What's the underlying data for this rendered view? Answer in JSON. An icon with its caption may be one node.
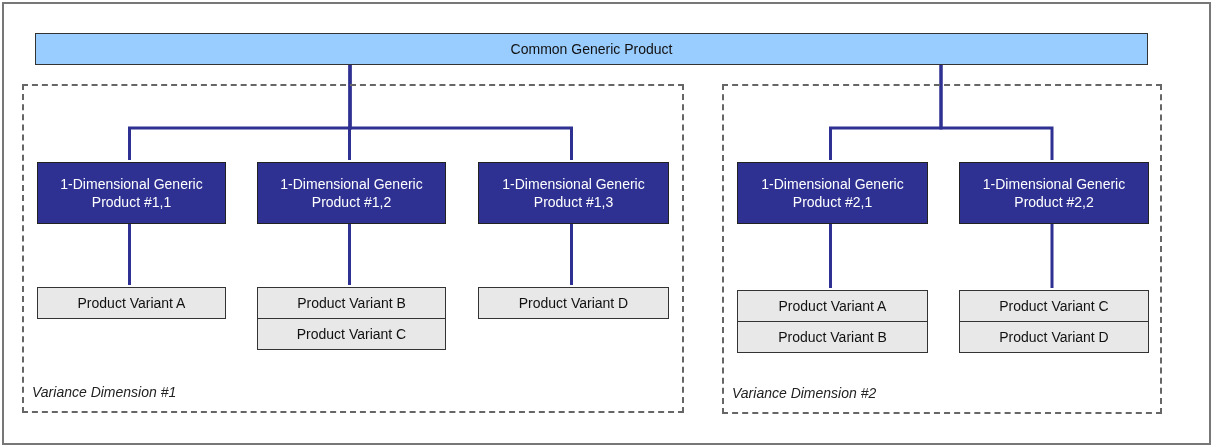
{
  "diagram": {
    "nodes": [
      {
        "text": [
          "Common Generic Product"
        ]
      },
      {
        "text": [
          "Variance Dimension #1"
        ]
      },
      {
        "text": [
          "Variance Dimension #2"
        ]
      },
      {
        "text": [
          "1-Dimensional Generic Product #1,1"
        ],
        "in": 1
      },
      {
        "text": [
          "1-Dimensional Generic Product #1,2"
        ],
        "in": 1
      },
      {
        "text": [
          "1-Dimensional Generic Product #1,3"
        ],
        "in": 1
      },
      {
        "text": [
          "1-Dimensional Generic Product #2,1"
        ],
        "in": 2
      },
      {
        "text": [
          "1-Dimensional Generic Product #2,2"
        ],
        "in": 2
      },
      {
        "text": [
          "Product Variant A"
        ],
        "in": 1
      },
      {
        "text": [
          "Product Variant B"
        ],
        "in": 1
      },
      {
        "text": [
          "Product Variant C"
        ],
        "in": 1
      },
      {
        "text": [
          "Product Variant D"
        ],
        "in": 1
      },
      {
        "text": [
          "Product Variant A"
        ],
        "in": 2
      },
      {
        "text": [
          "Product Variant B"
        ],
        "in": 2
      },
      {
        "text": [
          "Product Variant C"
        ],
        "in": 2
      },
      {
        "text": [
          "Product Variant D"
        ],
        "in": 2
      }
    ],
    "edges": [
      {
        "from": 0,
        "to": 3,
        "arrow": "none"
      },
      {
        "from": 0,
        "to": 4,
        "arrow": "none"
      },
      {
        "from": 0,
        "to": 5,
        "arrow": "none"
      },
      {
        "from": 0,
        "to": 6,
        "arrow": "none"
      },
      {
        "from": 0,
        "to": 7,
        "arrow": "none"
      },
      {
        "from": 3,
        "to": 8,
        "arrow": "none"
      },
      {
        "from": 4,
        "to": 9,
        "arrow": "none"
      },
      {
        "from": 5,
        "to": 11,
        "arrow": "none"
      },
      {
        "from": 6,
        "to": 12,
        "arrow": "none"
      },
      {
        "from": 7,
        "to": 14,
        "arrow": "none"
      }
    ]
  }
}
